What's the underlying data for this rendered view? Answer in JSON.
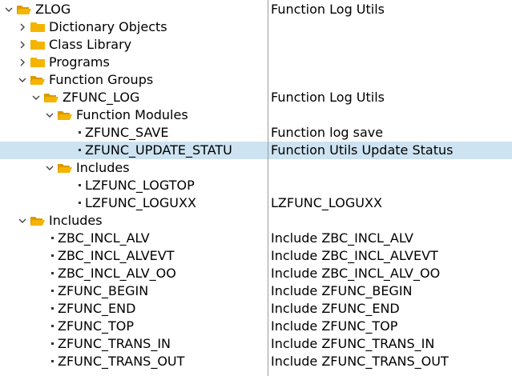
{
  "accent_color": "#f5b400",
  "selection_color": "#cde3f1",
  "tree": [
    {
      "label": "ZLOG",
      "desc": "Function Log Utils",
      "level": 0,
      "kind": "folder",
      "expanded": true,
      "open": true
    },
    {
      "label": "Dictionary Objects",
      "desc": "",
      "level": 1,
      "kind": "folder",
      "expanded": false,
      "open": false
    },
    {
      "label": "Class Library",
      "desc": "",
      "level": 1,
      "kind": "folder",
      "expanded": false,
      "open": false
    },
    {
      "label": "Programs",
      "desc": "",
      "level": 1,
      "kind": "folder",
      "expanded": false,
      "open": false
    },
    {
      "label": "Function Groups",
      "desc": "",
      "level": 1,
      "kind": "folder",
      "expanded": true,
      "open": true
    },
    {
      "label": "ZFUNC_LOG",
      "desc": "Function Log Utils",
      "level": 2,
      "kind": "folder",
      "expanded": true,
      "open": true
    },
    {
      "label": "Function Modules",
      "desc": "",
      "level": 3,
      "kind": "folder",
      "expanded": true,
      "open": true
    },
    {
      "label": "ZFUNC_SAVE",
      "desc": "Function log save",
      "level": 4,
      "kind": "leaf"
    },
    {
      "label": "ZFUNC_UPDATE_STATU",
      "desc": "Function Utils Update Status",
      "level": 4,
      "kind": "leaf",
      "selected": true
    },
    {
      "label": "Includes",
      "desc": "",
      "level": 3,
      "kind": "folder",
      "expanded": true,
      "open": true
    },
    {
      "label": "LZFUNC_LOGTOP",
      "desc": "",
      "level": 4,
      "kind": "leaf"
    },
    {
      "label": "LZFUNC_LOGUXX",
      "desc": "LZFUNC_LOGUXX",
      "level": 4,
      "kind": "leaf"
    },
    {
      "label": "Includes",
      "desc": "",
      "level": 1,
      "kind": "folder",
      "expanded": true,
      "open": true
    },
    {
      "label": "ZBC_INCL_ALV",
      "desc": "Include ZBC_INCL_ALV",
      "level": 2,
      "kind": "leaf"
    },
    {
      "label": "ZBC_INCL_ALVEVT",
      "desc": "Include ZBC_INCL_ALVEVT",
      "level": 2,
      "kind": "leaf"
    },
    {
      "label": "ZBC_INCL_ALV_OO",
      "desc": "Include ZBC_INCL_ALV_OO",
      "level": 2,
      "kind": "leaf"
    },
    {
      "label": "ZFUNC_BEGIN",
      "desc": "Include ZFUNC_BEGIN",
      "level": 2,
      "kind": "leaf"
    },
    {
      "label": "ZFUNC_END",
      "desc": "Include ZFUNC_END",
      "level": 2,
      "kind": "leaf"
    },
    {
      "label": "ZFUNC_TOP",
      "desc": "Include ZFUNC_TOP",
      "level": 2,
      "kind": "leaf"
    },
    {
      "label": "ZFUNC_TRANS_IN",
      "desc": "Include ZFUNC_TRANS_IN",
      "level": 2,
      "kind": "leaf"
    },
    {
      "label": "ZFUNC_TRANS_OUT",
      "desc": "Include ZFUNC_TRANS_OUT",
      "level": 2,
      "kind": "leaf"
    }
  ]
}
